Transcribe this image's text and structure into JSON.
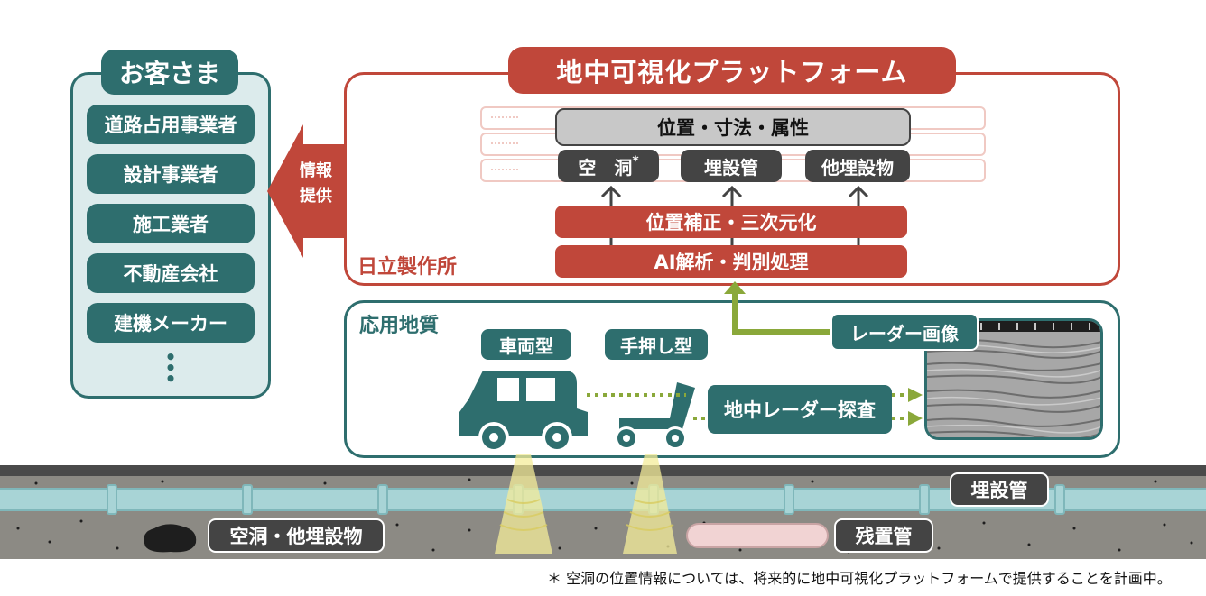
{
  "customers": {
    "title": "お客さま",
    "items": [
      "道路占用事業者",
      "設計事業者",
      "施工業者",
      "不動産会社",
      "建機メーカー"
    ],
    "more": "⋮"
  },
  "info_arrow": {
    "line1": "情報",
    "line2": "提供"
  },
  "platform": {
    "title": "地中可視化プラットフォーム",
    "company": "日立製作所",
    "attributes": "位置・寸法・属性",
    "outputs": [
      "空　洞",
      "埋設管",
      "他埋設物"
    ],
    "cavity_mark": "*",
    "process_top": "位置補正・三次元化",
    "process_bottom": "AI解析・判別処理"
  },
  "geology": {
    "company": "応用地質",
    "vehicle_label": "車両型",
    "push_label": "手押し型",
    "radar_survey": "地中レーダー探査",
    "radar_image": "レーダー画像"
  },
  "ground": {
    "cavity_label": "空洞・他埋設物",
    "buried_pipe": "埋設管",
    "residual_pipe": "残置管"
  },
  "footnote": "＊ 空洞の位置情報については、将来的に地中可視化プラットフォームで提供することを計画中。",
  "colors": {
    "teal": "#2e6e6e",
    "red": "#c0473a",
    "olive_green": "#8aa83a",
    "dark": "#444444"
  }
}
